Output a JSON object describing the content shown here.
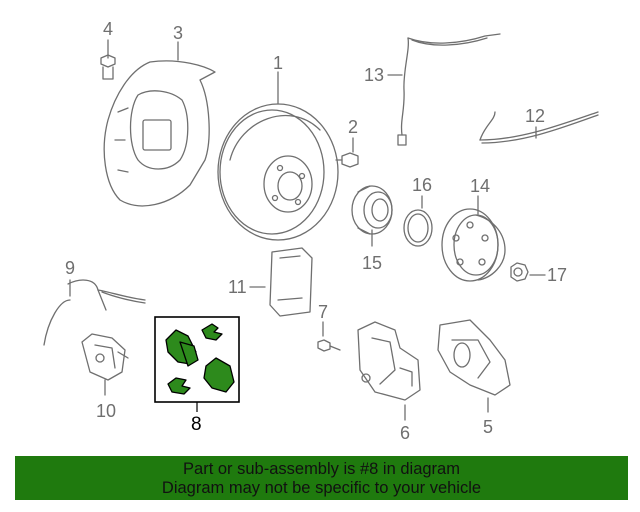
{
  "diagram": {
    "callouts": {
      "c1": "1",
      "c2": "2",
      "c3": "3",
      "c4": "4",
      "c5": "5",
      "c6": "6",
      "c7": "7",
      "c8": "8",
      "c9": "9",
      "c10": "10",
      "c11": "11",
      "c12": "12",
      "c13": "13",
      "c14": "14",
      "c15": "15",
      "c16": "16",
      "c17": "17"
    },
    "highlighted_part": "8",
    "colors": {
      "line": "#6f6f6f",
      "highlight_fill": "#2d8a1c",
      "highlight_outline": "#000000"
    }
  },
  "banner": {
    "line1": "Part or sub-assembly is #8 in diagram",
    "line2": "Diagram may not be specific to your vehicle",
    "background": "#1f7a0e"
  }
}
